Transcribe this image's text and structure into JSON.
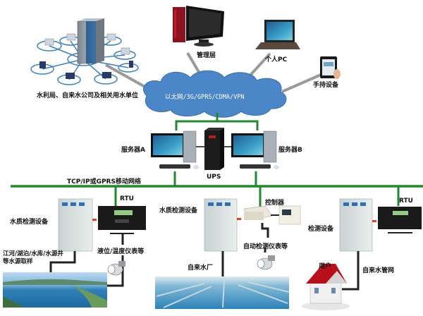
{
  "colors": {
    "bus_green": "#1f8a2e",
    "cloud_blue": "#4a86c8",
    "cloud_stroke": "#3a6fa8",
    "link_gray": "#9a9a9a",
    "pipe_dark": "#222222",
    "signal_red": "#e0402a"
  },
  "top": {
    "water_bureau_label": "水利局、自来水公司及相关用水单位",
    "management_label": "管理层",
    "personal_pc_label": "个人PC",
    "handheld_label": "手持设备",
    "cloud_label": "以太网/3G/GPRS/CDMA/VPN"
  },
  "servers": {
    "server_a_label": "服务器A",
    "server_b_label": "服务器B",
    "ups_label": "UPS"
  },
  "bus": {
    "network_label": "TCP/IP或GPRS移动网络"
  },
  "stations": [
    {
      "device_label": "水质检测设备",
      "connector_label": "RTU",
      "instrument_label": "液位/温度仪表等",
      "source_label_line1": "江河/湖泊/水库/水源井",
      "source_label_line2": "等水源取样"
    },
    {
      "device_label": "水质检测设备",
      "connector_label": "控制器",
      "instrument_label": "自动检测仪表等",
      "source_label_line1": "自来水厂"
    },
    {
      "device_label": "检测设备",
      "connector_label": "RTU",
      "user_label": "用户",
      "source_label_line1": "自来水管网"
    }
  ]
}
